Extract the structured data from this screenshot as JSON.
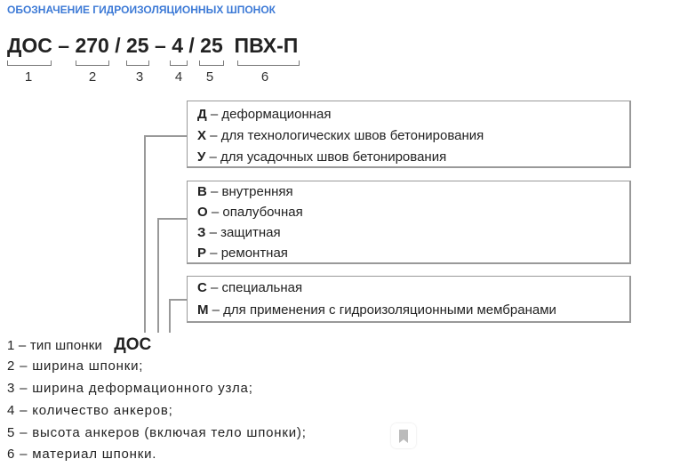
{
  "title": "ОБОЗНАЧЕНИЕ ГИДРОИЗОЛЯЦИОННЫХ ШПОНОК",
  "code": {
    "parts": [
      "ДОС",
      "–",
      "270",
      "/",
      "25",
      "–",
      "4",
      "/",
      "25",
      "ПВХ-П"
    ],
    "labels": [
      "1",
      "2",
      "3",
      "4",
      "5",
      "6"
    ]
  },
  "boxes": [
    {
      "rows": [
        {
          "key": "Д",
          "text": " – деформационная"
        },
        {
          "key": "Х",
          "text": " – для технологических швов бетонирования"
        },
        {
          "key": "У",
          "text": " – для усадочных швов бетонирования"
        }
      ]
    },
    {
      "rows": [
        {
          "key": "В",
          "text": " – внутренняя"
        },
        {
          "key": "О",
          "text": " – опалубочная"
        },
        {
          "key": "З",
          "text": " – защитная"
        },
        {
          "key": "Р",
          "text": " – ремонтная"
        }
      ]
    },
    {
      "rows": [
        {
          "key": "С",
          "text": " – специальная"
        },
        {
          "key": "М",
          "text": " – для применения с гидроизоляционными мембранами"
        }
      ]
    }
  ],
  "legend": {
    "first": "1  – тип шпонки",
    "first_code": "ДОС",
    "items": [
      "2 – ширина шпонки;",
      "3 – ширина деформационного узла;",
      "4 – количество анкеров;",
      "5 – высота анкеров (включая тело шпонки);",
      "6 – материал шпонки."
    ]
  },
  "colors": {
    "title": "#3d7ad6",
    "lines": "#999999"
  },
  "icons": {
    "overlay": "bookmark-icon"
  }
}
